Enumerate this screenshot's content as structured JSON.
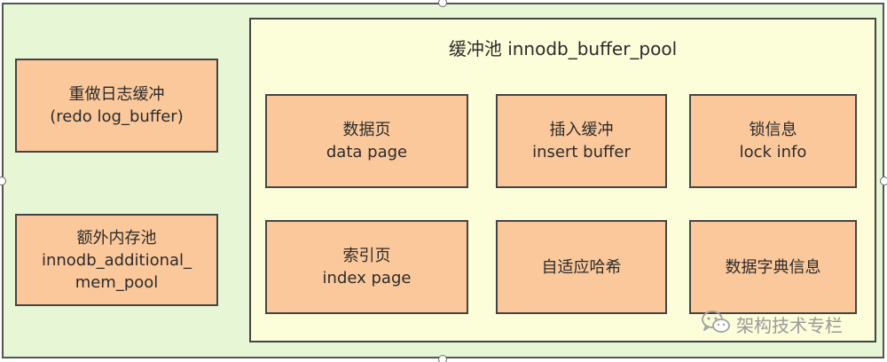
{
  "outer": {
    "left_boxes": [
      {
        "line1": "重做日志缓冲",
        "line2": "(redo log_buffer)"
      },
      {
        "line1": "额外内存池",
        "line2": "innodb_additional_",
        "line3": "mem_pool"
      }
    ]
  },
  "pool": {
    "title": "缓冲池  innodb_buffer_pool",
    "boxes": [
      {
        "line1": "数据页",
        "line2": "data page"
      },
      {
        "line1": "插入缓冲",
        "line2": "insert buffer"
      },
      {
        "line1": "锁信息",
        "line2": "lock info"
      },
      {
        "line1": "索引页",
        "line2": "index page"
      },
      {
        "line1": "自适应哈希"
      },
      {
        "line1": "数据字典信息"
      }
    ]
  },
  "watermark": {
    "text": "架构技术专栏",
    "icon": "wechat-icon"
  },
  "colors": {
    "outer_fill": "#e7f7d6",
    "pool_fill": "#fcfdd9",
    "box_fill": "#fbc89b",
    "border": "#444444"
  }
}
